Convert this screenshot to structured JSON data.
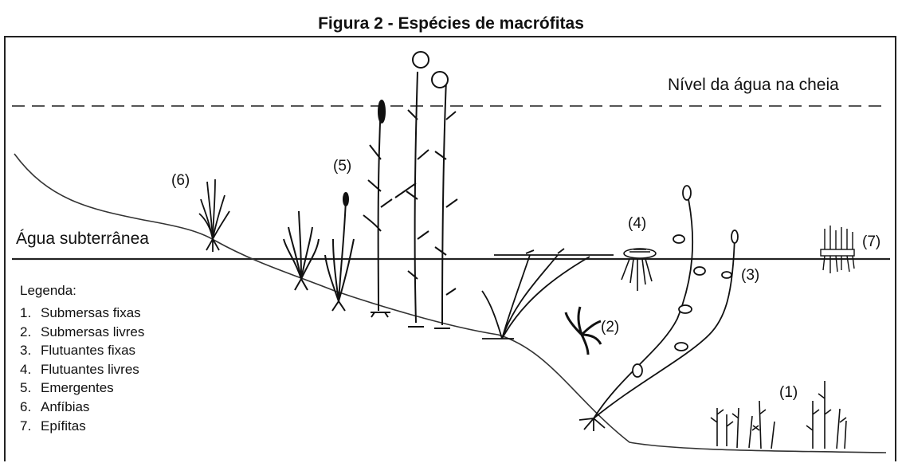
{
  "figure": {
    "title": "Figura 2 - Espécies de macrófitas"
  },
  "labels": {
    "flood_level": "Nível da água na cheia",
    "groundwater": "Água subterrânea",
    "plant_1": "(1)",
    "plant_2": "(2)",
    "plant_3": "(3)",
    "plant_4": "(4)",
    "plant_5": "(5)",
    "plant_6": "(6)",
    "plant_7": "(7)"
  },
  "legend": {
    "header": "Legenda:",
    "items": [
      {
        "num": "1.",
        "label": "Submersas fixas"
      },
      {
        "num": "2.",
        "label": "Submersas livres"
      },
      {
        "num": "3.",
        "label": "Flutuantes fixas"
      },
      {
        "num": "4.",
        "label": "Flutuantes livres"
      },
      {
        "num": "5.",
        "label": "Emergentes"
      },
      {
        "num": "6.",
        "label": "Anfíbias"
      },
      {
        "num": "7.",
        "label": "Epífitas"
      }
    ]
  }
}
